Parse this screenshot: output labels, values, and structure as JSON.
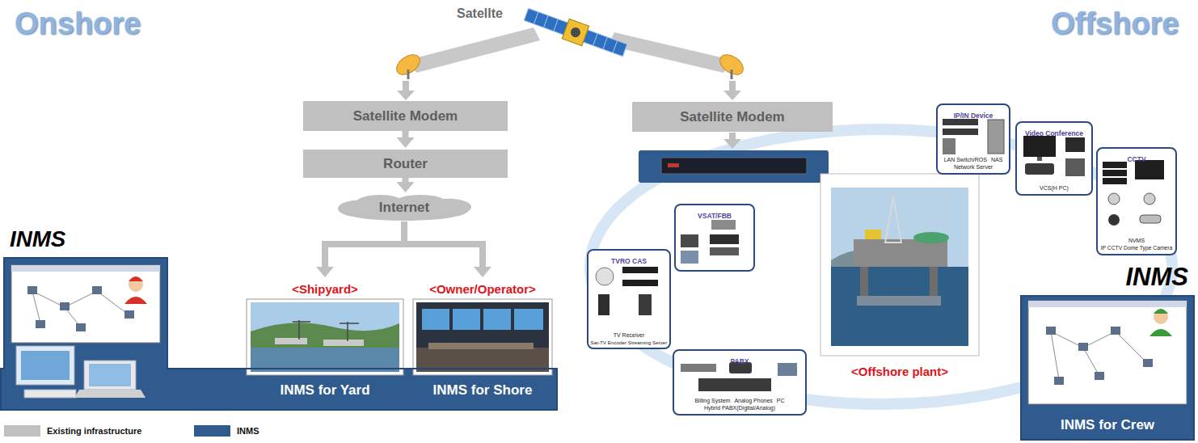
{
  "diagram": {
    "nodes": [
      {
        "text": [
          "Satellite Modem"
        ]
      },
      {
        "text": [
          "Router"
        ]
      },
      {
        "text": [
          "Internet"
        ]
      },
      {
        "text": [
          "INMS"
        ]
      },
      {
        "text": [
          "<Shipyard>",
          "INMS for Yard"
        ],
        "in": 3
      },
      {
        "text": [
          "<Owner/Operator>",
          "INMS for Shore"
        ],
        "in": 3
      },
      {
        "text": [
          "Satellite Modem"
        ]
      },
      {
        "text": [
          "IP/IN Device",
          "LAN Switch/ROS",
          "NAS",
          "Network Server"
        ]
      },
      {
        "text": [
          "Video Conference",
          "VCS(H PC)"
        ]
      },
      {
        "text": [
          "CCTV",
          "NVMS",
          "IP CCTV Dome Type Camera"
        ]
      },
      {
        "text": [
          "VSAT/FBB"
        ]
      },
      {
        "text": [
          "TVRO CAS",
          "TV Receiver",
          "Sat-TV Encoder Streaming Server"
        ]
      },
      {
        "text": [
          "<Offshore plant>"
        ]
      },
      {
        "text": [
          "PABX",
          "Billing System",
          "Analog Phones",
          "PC",
          "Hybrid PABX(Digital/Analog)"
        ]
      },
      {
        "text": [
          "INMS",
          "INMS for Crew"
        ]
      }
    ],
    "edges": [
      {
        "from": 0,
        "to": 1,
        "arrow": "to"
      },
      {
        "from": 1,
        "to": 2,
        "arrow": "to"
      },
      {
        "from": 2,
        "to": 4,
        "arrow": "to"
      },
      {
        "from": 2,
        "to": 5,
        "arrow": "to"
      }
    ],
    "labels": [
      "Onshore",
      "Offshore",
      "Satellte"
    ],
    "legend": [
      {
        "text": "Existing infrastructure",
        "color": "#c0c0c0"
      },
      {
        "text": "INMS",
        "color": "#2f5b8f"
      }
    ]
  }
}
